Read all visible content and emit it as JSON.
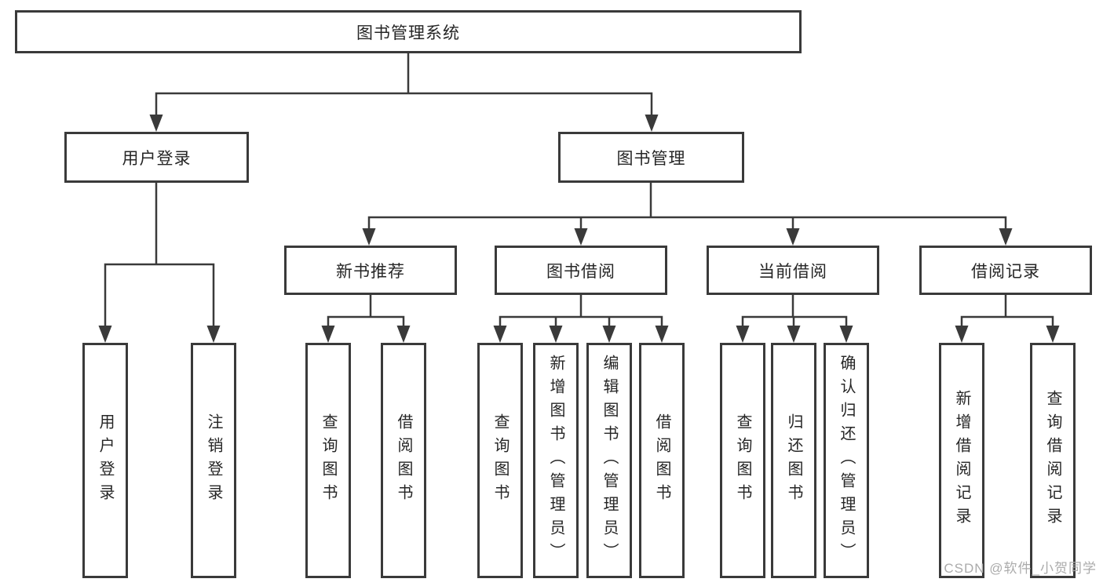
{
  "diagram_title": "图书管理系统",
  "tree": {
    "label": "图书管理系统",
    "children": [
      {
        "label": "用户登录",
        "children": [
          {
            "label": "用户登录"
          },
          {
            "label": "注销登录"
          }
        ]
      },
      {
        "label": "图书管理",
        "children": [
          {
            "label": "新书推荐",
            "children": [
              {
                "label": "查询图书"
              },
              {
                "label": "借阅图书"
              }
            ]
          },
          {
            "label": "图书借阅",
            "children": [
              {
                "label": "查询图书"
              },
              {
                "label": "新增图书（管理员）"
              },
              {
                "label": "编辑图书（管理员）"
              },
              {
                "label": "借阅图书"
              }
            ]
          },
          {
            "label": "当前借阅",
            "children": [
              {
                "label": "查询图书"
              },
              {
                "label": "归还图书"
              },
              {
                "label": "确认归还（管理员）"
              }
            ]
          },
          {
            "label": "借阅记录",
            "children": [
              {
                "label": "新增借阅记录"
              },
              {
                "label": "查询借阅记录"
              }
            ]
          }
        ]
      }
    ]
  },
  "watermark": {
    "text": "CSDN @软件_小贺同学"
  },
  "colors": {
    "line": "#3a3a3a",
    "text": "#262626",
    "box_background": "#ffffff",
    "watermark": "#ababab"
  }
}
